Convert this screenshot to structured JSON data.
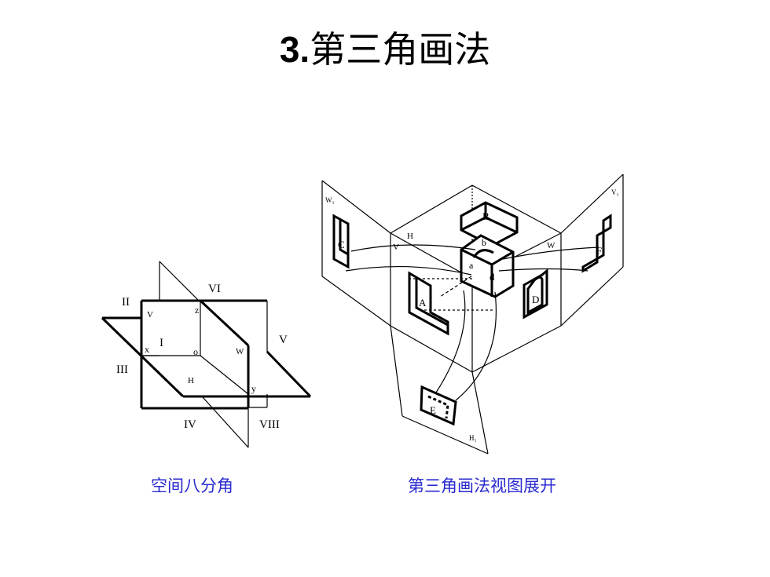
{
  "title": {
    "number": "3.",
    "text": "第三角画法"
  },
  "octants": {
    "caption": "空间八分角",
    "labels": {
      "II": "II",
      "VI": "VI",
      "V_axis": "V",
      "z": "z",
      "x": "x",
      "I": "I",
      "o": "o",
      "W": "W",
      "V": "V",
      "III": "III",
      "H": "H",
      "y": "y",
      "IV": "IV",
      "VIII": "VIII"
    }
  },
  "unfold": {
    "caption": "第三角画法视图展开",
    "labels": {
      "W1": "W₁",
      "V1": "V₁",
      "H": "H",
      "V": "V",
      "W": "W",
      "H1": "H₁",
      "A": "A",
      "B": "B",
      "C": "C",
      "D": "D",
      "E": "E",
      "F": "F",
      "a": "a",
      "b": "b",
      "d": "d"
    }
  },
  "colors": {
    "caption": "#2a2ad0",
    "line": "#000000"
  }
}
